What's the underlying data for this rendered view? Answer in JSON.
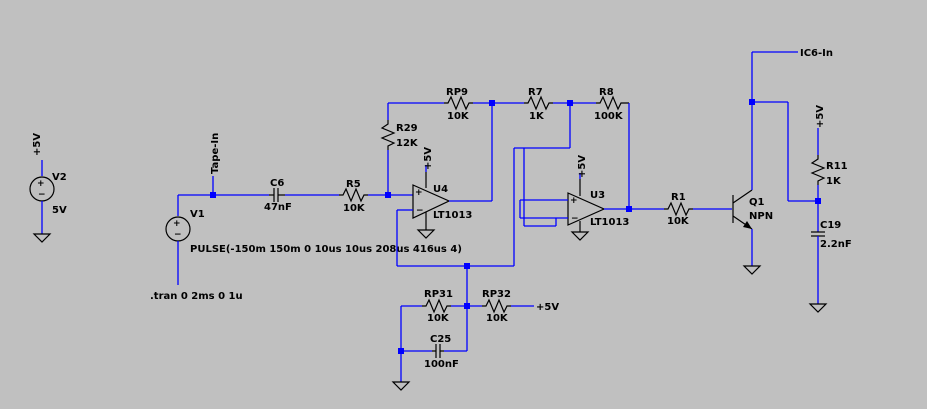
{
  "components": {
    "V2": {
      "name": "V2",
      "value": "5V",
      "supply": "+5V"
    },
    "V1": {
      "name": "V1",
      "value": "PULSE(-150m 150m 0 10us 10us 208us 416us 4)"
    },
    "C6": {
      "name": "C6",
      "value": "47nF"
    },
    "R5": {
      "name": "R5",
      "value": "10K"
    },
    "RP9": {
      "name": "RP9",
      "value": "10K"
    },
    "R29": {
      "name": "R29",
      "value": "12K"
    },
    "R7": {
      "name": "R7",
      "value": "1K"
    },
    "R8": {
      "name": "R8",
      "value": "100K"
    },
    "U4": {
      "name": "U4",
      "model": "LT1013",
      "supply": "+5V"
    },
    "U3": {
      "name": "U3",
      "model": "LT1013",
      "supply": "+5V"
    },
    "R1": {
      "name": "R1",
      "value": "10K"
    },
    "Q1": {
      "name": "Q1",
      "model": "NPN"
    },
    "R11": {
      "name": "R11",
      "value": "1K",
      "supply": "+5V"
    },
    "C19": {
      "name": "C19",
      "value": "2.2nF"
    },
    "RP31": {
      "name": "RP31",
      "value": "10K"
    },
    "RP32": {
      "name": "RP32",
      "value": "10K",
      "supply": "+5V"
    },
    "C25": {
      "name": "C25",
      "value": "100nF"
    }
  },
  "net_labels": {
    "tape_in": "Tape-In",
    "ic6_in": "IC6-In"
  },
  "directive": ".tran 0 2ms 0 1u",
  "colors": {
    "background": "#c0c0c0",
    "wire": "#0000ff",
    "component": "#000000"
  }
}
